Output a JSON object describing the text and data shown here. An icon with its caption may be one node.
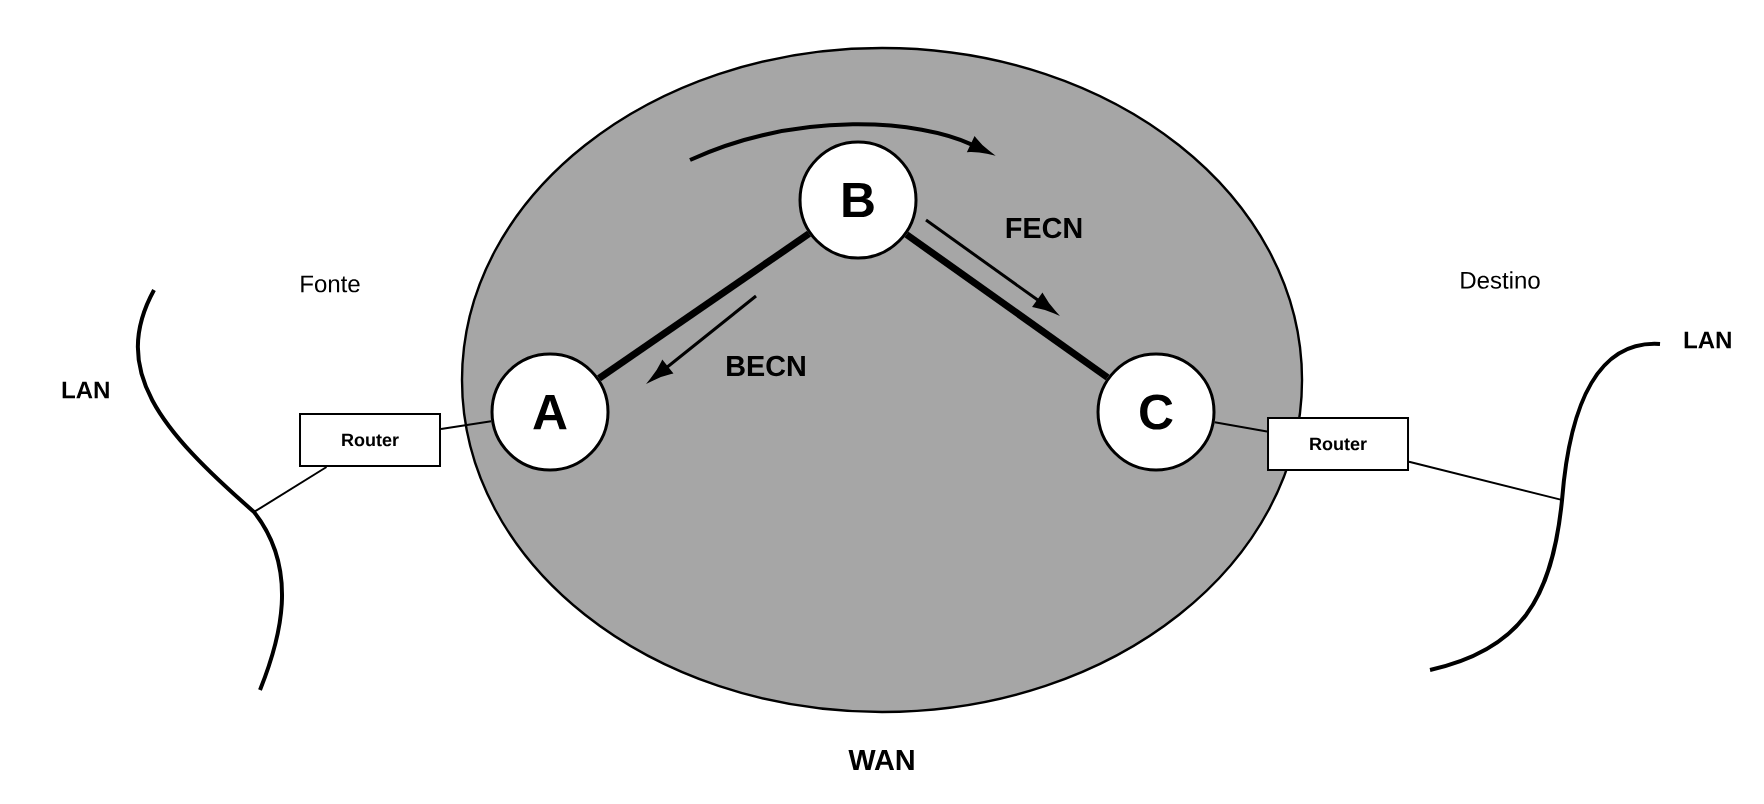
{
  "diagram": {
    "nodes": [
      {
        "text": [
          "WAN"
        ]
      },
      {
        "text": [
          "B"
        ],
        "in": 0
      },
      {
        "text": [
          "A"
        ],
        "in": 0
      },
      {
        "text": [
          "C"
        ],
        "in": 0
      },
      {
        "text": [
          "LAN"
        ]
      },
      {
        "text": [
          "Router"
        ]
      },
      {
        "text": [
          "Router"
        ]
      },
      {
        "text": [
          "LAN"
        ]
      }
    ],
    "edges": [
      {
        "from": 1,
        "to": 2,
        "arrow": "none",
        "style": "thick"
      },
      {
        "from": 1,
        "to": 3,
        "arrow": "none",
        "style": "thick"
      },
      {
        "from": 2,
        "to": 5,
        "arrow": "none"
      },
      {
        "from": 5,
        "to": 4,
        "arrow": "none"
      },
      {
        "from": 3,
        "to": 6,
        "arrow": "none"
      },
      {
        "from": 6,
        "to": 7,
        "arrow": "none"
      }
    ],
    "labels": [
      "Fonte",
      "FECN",
      "BECN",
      "Destino"
    ]
  }
}
